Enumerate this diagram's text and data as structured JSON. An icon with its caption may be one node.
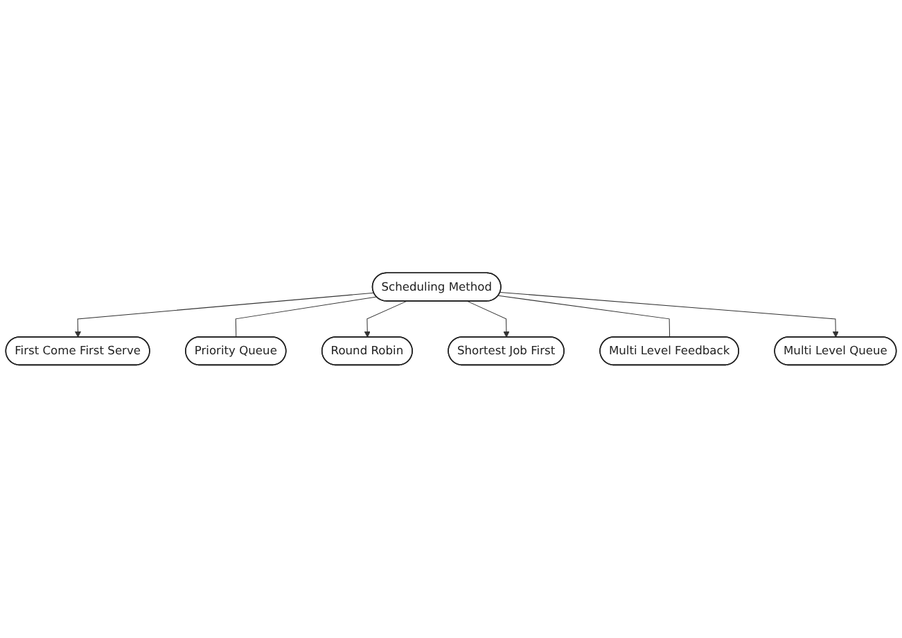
{
  "diagram": {
    "nodes": [
      {
        "text": [
          "Scheduling Method"
        ]
      },
      {
        "text": [
          "First Come First Serve"
        ]
      },
      {
        "text": [
          "Priority Queue"
        ]
      },
      {
        "text": [
          "Round Robin"
        ]
      },
      {
        "text": [
          "Multi Level Queue"
        ]
      },
      {
        "text": [
          "Multi Level Feedback"
        ]
      },
      {
        "text": [
          "Shortest Job First"
        ]
      }
    ],
    "edges": [
      {
        "from": 0,
        "to": 1,
        "arrow": "to"
      },
      {
        "from": 0,
        "to": 2,
        "arrow": "none"
      },
      {
        "from": 0,
        "to": 3,
        "arrow": "to"
      },
      {
        "from": 0,
        "to": 6,
        "arrow": "to"
      },
      {
        "from": 0,
        "to": 5,
        "arrow": "none"
      },
      {
        "from": 0,
        "to": 4,
        "arrow": "to"
      }
    ]
  }
}
